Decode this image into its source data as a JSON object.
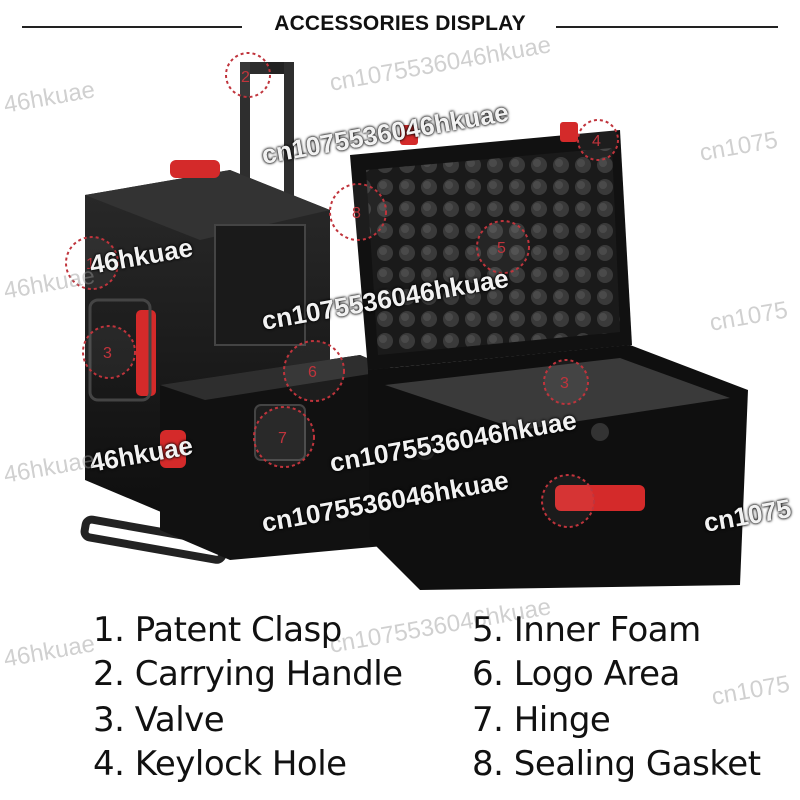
{
  "header": {
    "title": "ACCESSORIES DISPLAY"
  },
  "callouts": [
    "1",
    "2",
    "3",
    "4",
    "5",
    "6",
    "7",
    "8"
  ],
  "legend": {
    "items": [
      {
        "num": "1.",
        "label": "Patent Clasp"
      },
      {
        "num": "2.",
        "label": "Carrying Handle"
      },
      {
        "num": "3.",
        "label": "Valve"
      },
      {
        "num": "4.",
        "label": "Keylock Hole"
      },
      {
        "num": "5.",
        "label": "Inner Foam"
      },
      {
        "num": "6.",
        "label": "Logo Area"
      },
      {
        "num": "7.",
        "label": "Hinge"
      },
      {
        "num": "8.",
        "label": "Sealing Gasket"
      }
    ]
  },
  "watermarks": {
    "main": "cn1075536046hkuae",
    "edge": "46hkuae",
    "partial": "cn1075"
  },
  "colors": {
    "case": "#1c1c1c",
    "accent_red": "#d42a2a",
    "foam": "#262626",
    "callout_stroke": "#c0343c"
  }
}
